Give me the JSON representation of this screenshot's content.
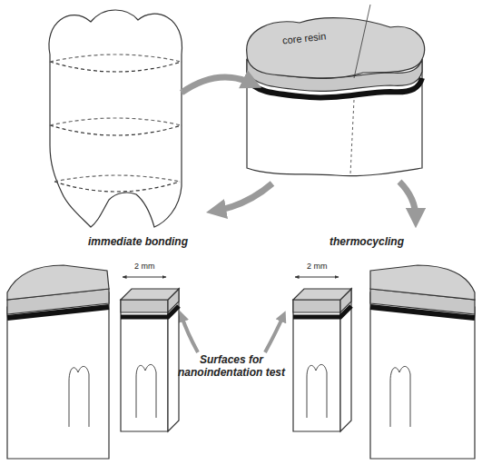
{
  "diagram": {
    "labels": [
      "core resin",
      "immediate bonding",
      "thermocycling",
      "2 mm",
      "2 mm",
      "Surfaces for nanoindentation test"
    ]
  }
}
